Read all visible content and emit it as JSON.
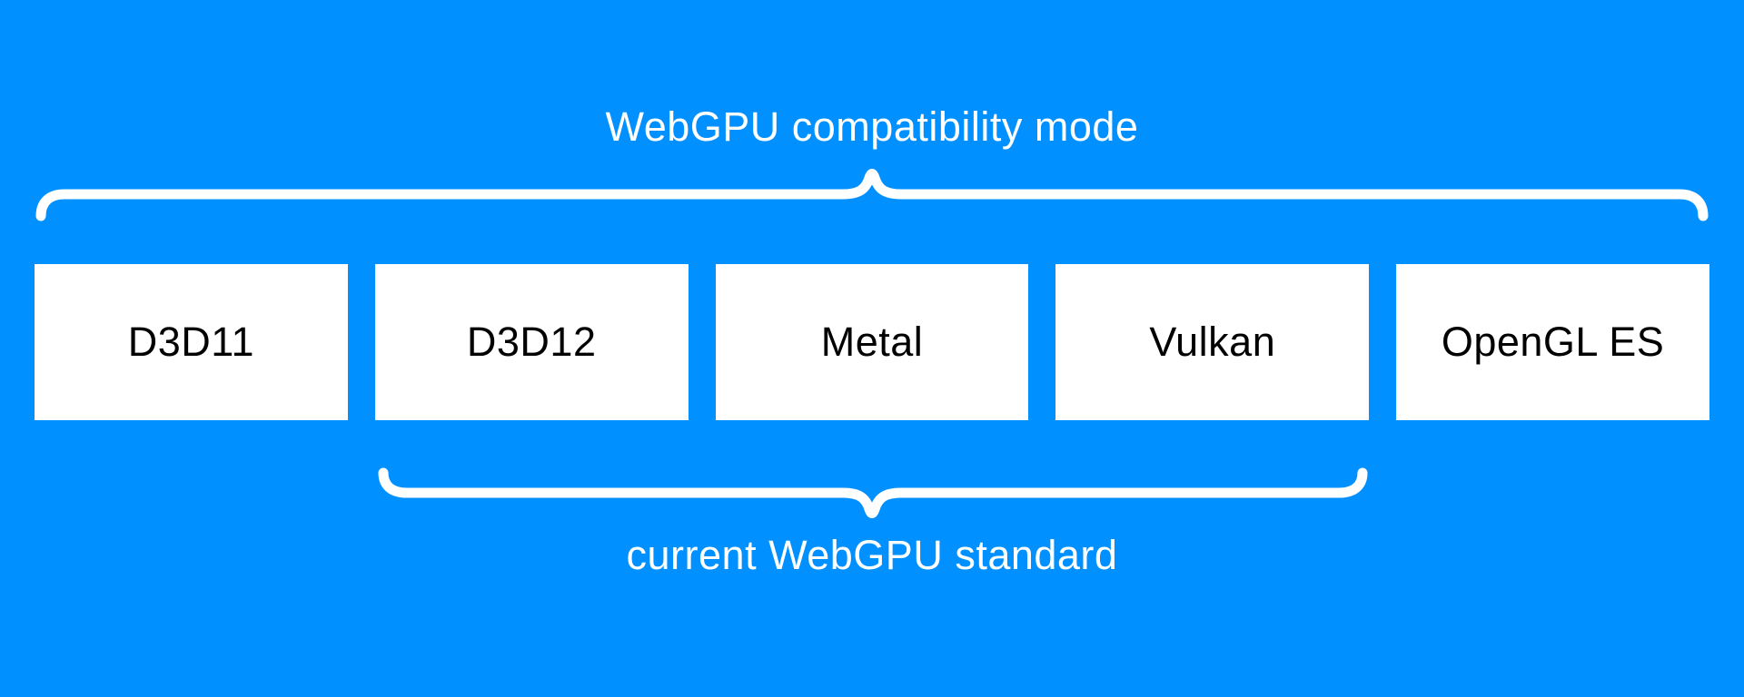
{
  "diagram": {
    "top_annotation": {
      "label": "WebGPU compatibility mode"
    },
    "bottom_annotation": {
      "label": "current WebGPU standard"
    },
    "boxes": [
      {
        "label": "D3D11"
      },
      {
        "label": "D3D12"
      },
      {
        "label": "Metal"
      },
      {
        "label": "Vulkan"
      },
      {
        "label": "OpenGL ES"
      }
    ]
  },
  "colors": {
    "background": "#0090FF",
    "box_bg": "#FFFFFF",
    "box_text": "#000000",
    "label_text": "#FFFFFF",
    "brace": "#FFFFFF"
  }
}
